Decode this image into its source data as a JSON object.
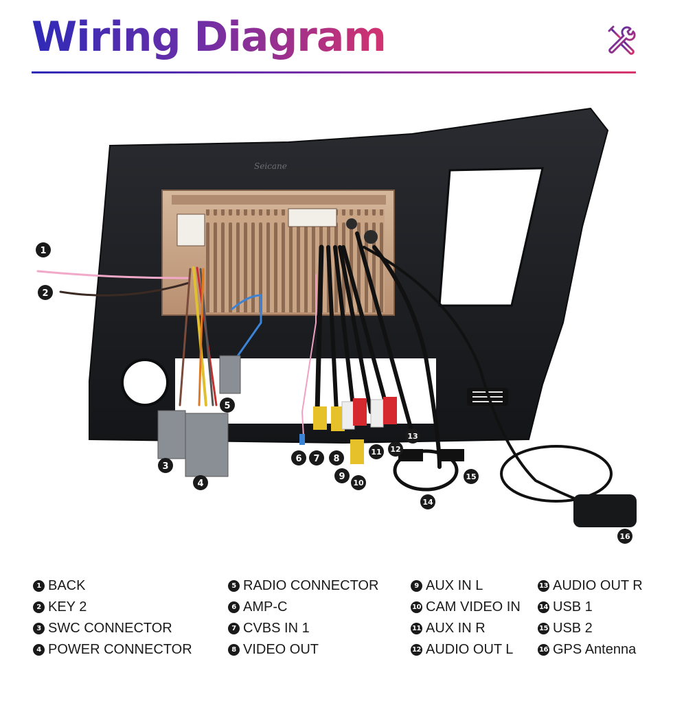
{
  "header": {
    "title": "Wiring Diagram",
    "icon": "tools-icon"
  },
  "device": {
    "brand": "Seicane",
    "colors": {
      "frame": "#1c1e22",
      "chassis": "#c8a688",
      "cable": "#1a1a1a"
    }
  },
  "callouts": [
    {
      "num": "1",
      "label": "BACK"
    },
    {
      "num": "2",
      "label": "KEY 2"
    },
    {
      "num": "3",
      "label": "SWC CONNECTOR"
    },
    {
      "num": "4",
      "label": "POWER CONNECTOR"
    },
    {
      "num": "5",
      "label": "RADIO CONNECTOR"
    },
    {
      "num": "6",
      "label": "AMP-C"
    },
    {
      "num": "7",
      "label": "CVBS IN 1"
    },
    {
      "num": "8",
      "label": "VIDEO OUT"
    },
    {
      "num": "9",
      "label": "AUX IN L"
    },
    {
      "num": "10",
      "label": "CAM VIDEO IN"
    },
    {
      "num": "11",
      "label": "AUX IN R"
    },
    {
      "num": "12",
      "label": "AUDIO OUT L"
    },
    {
      "num": "13",
      "label": "AUDIO OUT R"
    },
    {
      "num": "14",
      "label": "USB 1"
    },
    {
      "num": "15",
      "label": "USB 2"
    },
    {
      "num": "16",
      "label": "GPS Antenna"
    }
  ]
}
